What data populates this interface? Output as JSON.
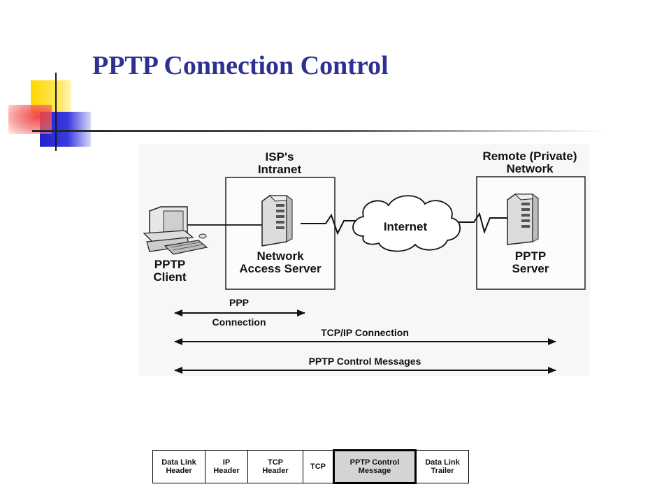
{
  "slide": {
    "title": "PPTP Connection Control"
  },
  "diagram": {
    "isp_label_1": "ISP's",
    "isp_label_2": "Intranet",
    "remote_label_1": "Remote (Private)",
    "remote_label_2": "Network",
    "client_label_1": "PPTP",
    "client_label_2": "Client",
    "nas_label_1": "Network",
    "nas_label_2": "Access Server",
    "internet_label": "Internet",
    "server_label_1": "PPTP",
    "server_label_2": "Server",
    "ppp_label_1": "PPP",
    "ppp_label_2": "Connection",
    "tcpip_label": "TCP/IP Connection",
    "control_label": "PPTP Control Messages"
  },
  "packet": {
    "cells": [
      {
        "label": "Data Link\nHeader"
      },
      {
        "label": "IP\nHeader"
      },
      {
        "label": "TCP\nHeader"
      },
      {
        "label": "TCP"
      },
      {
        "label": "PPTP Control\nMessage"
      },
      {
        "label": "Data Link\nTrailer"
      }
    ]
  },
  "colors": {
    "title": "#2e3192",
    "deco_yellow": "#ffd700",
    "deco_blue": "#2b2bd8",
    "deco_red": "#f04040"
  }
}
